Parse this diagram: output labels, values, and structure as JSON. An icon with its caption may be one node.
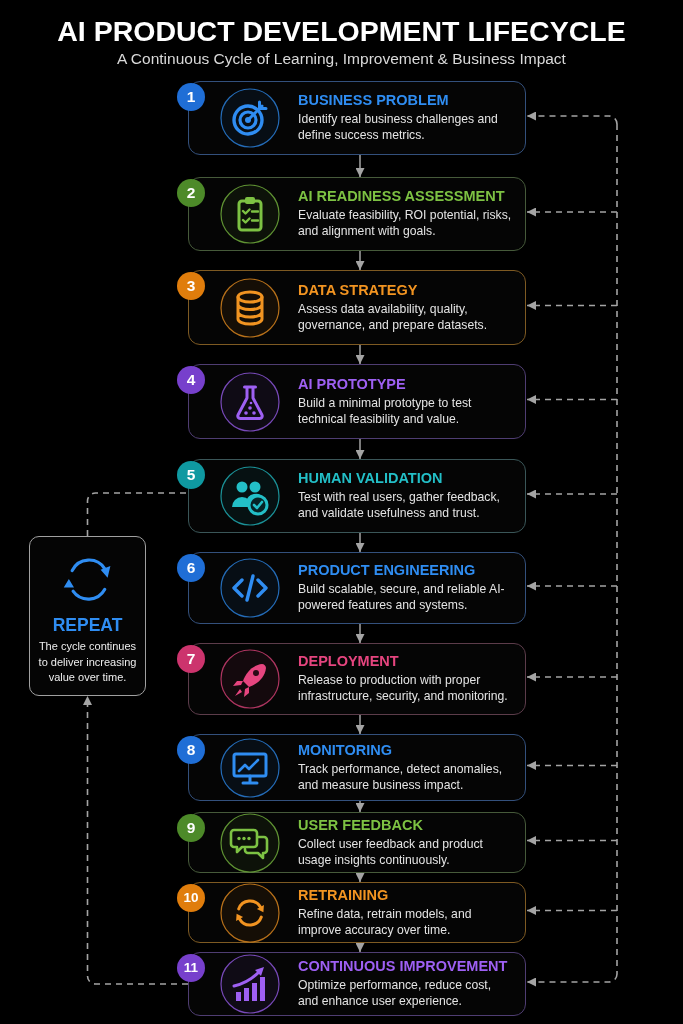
{
  "diagram": {
    "title": "AI PRODUCT DEVELOPMENT LIFECYCLE",
    "nodes": [
      {
        "text": [
          "1",
          "BUSINESS PROBLEM",
          "Identify real business challenges and define success metrics."
        ]
      },
      {
        "text": [
          "2",
          "AI READINESS ASSESSMENT",
          "Evaluate feasibility, ROI potential, risks, and alignment with goals."
        ]
      },
      {
        "text": [
          "3",
          "DATA STRATEGY",
          "Assess data availability, quality, governance, and prepare datasets."
        ]
      },
      {
        "text": [
          "4",
          "AI PROTOTYPE",
          "Build a minimal prototype to test technical feasibility and value."
        ]
      },
      {
        "text": [
          "5",
          "HUMAN VALIDATION",
          "Test with real users, gather feedback, and validate usefulness and trust."
        ]
      },
      {
        "text": [
          "6",
          "PRODUCT ENGINEERING",
          "Build scalable, secure, and reliable AI-powered features and systems."
        ]
      },
      {
        "text": [
          "7",
          "DEPLOYMENT",
          "Release to production with proper infrastructure, security, and monitoring."
        ]
      },
      {
        "text": [
          "8",
          "MONITORING",
          "Track performance, detect anomalies, and measure business impact."
        ]
      },
      {
        "text": [
          "9",
          "USER FEEDBACK",
          "Collect user feedback and product usage insights continuously."
        ]
      },
      {
        "text": [
          "10",
          "RETRAINING",
          "Refine data, retrain models, and improve accuracy over time."
        ]
      },
      {
        "text": [
          "11",
          "CONTINUOUS IMPROVEMENT",
          "Optimize performance, reduce cost, and enhance user experience."
        ]
      },
      {
        "text": [
          "REPEAT",
          "The cycle continues to deliver increasing value over time."
        ]
      }
    ],
    "edges": [
      {
        "from": 0,
        "to": 1,
        "arrow": "to"
      },
      {
        "from": 1,
        "to": 2,
        "arrow": "to"
      },
      {
        "from": 2,
        "to": 3,
        "arrow": "to"
      },
      {
        "from": 3,
        "to": 4,
        "arrow": "to"
      },
      {
        "from": 4,
        "to": 5,
        "arrow": "to"
      },
      {
        "from": 5,
        "to": 6,
        "arrow": "to"
      },
      {
        "from": 6,
        "to": 7,
        "arrow": "to"
      },
      {
        "from": 7,
        "to": 8,
        "arrow": "to"
      },
      {
        "from": 8,
        "to": 9,
        "arrow": "to"
      },
      {
        "from": 9,
        "to": 10,
        "arrow": "to"
      },
      {
        "from": null,
        "to": 0,
        "arrow": "to",
        "style": "dashed"
      },
      {
        "from": null,
        "to": 1,
        "arrow": "to",
        "style": "dashed"
      },
      {
        "from": null,
        "to": 2,
        "arrow": "to",
        "style": "dashed"
      },
      {
        "from": null,
        "to": 3,
        "arrow": "to",
        "style": "dashed"
      },
      {
        "from": null,
        "to": 4,
        "arrow": "to",
        "style": "dashed"
      },
      {
        "from": null,
        "to": 5,
        "arrow": "to",
        "style": "dashed"
      },
      {
        "from": null,
        "to": 6,
        "arrow": "to",
        "style": "dashed"
      },
      {
        "from": null,
        "to": 7,
        "arrow": "to",
        "style": "dashed"
      },
      {
        "from": null,
        "to": 8,
        "arrow": "to",
        "style": "dashed"
      },
      {
        "from": null,
        "to": 9,
        "arrow": "to",
        "style": "dashed"
      },
      {
        "from": null,
        "to": 10,
        "arrow": "to",
        "style": "dashed"
      },
      {
        "from": 10,
        "to": 11,
        "arrow": "to",
        "style": "dashed"
      },
      {
        "from": 11,
        "to": 4,
        "arrow": "none",
        "style": "dashed"
      }
    ],
    "labels": [
      "A Continuous Cycle of Learning, Improvement & Business Impact"
    ]
  }
}
